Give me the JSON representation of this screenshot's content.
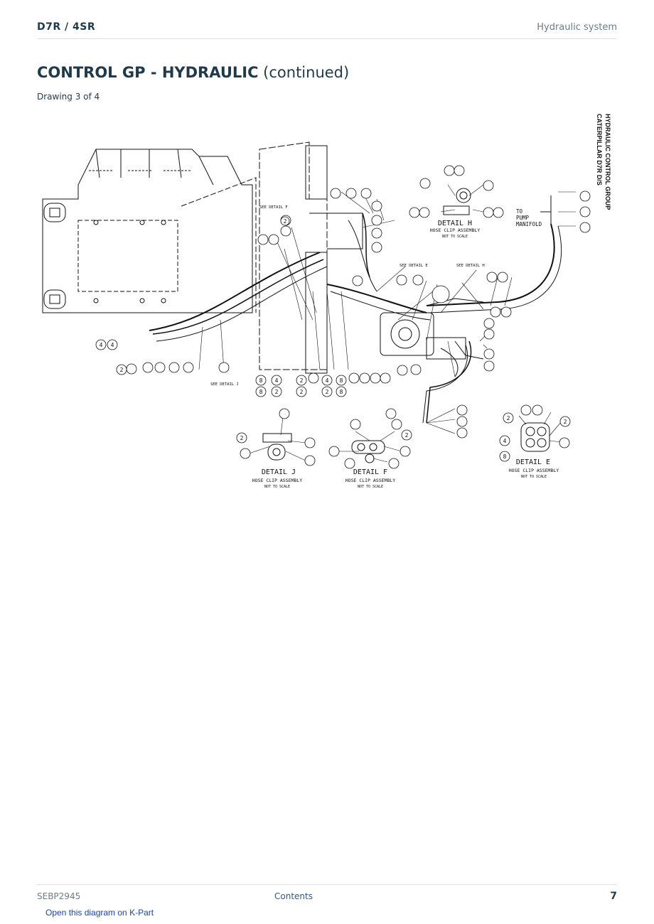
{
  "header": {
    "model": "D7R  /  4SR",
    "section": "Hydraulic system"
  },
  "title": {
    "main": "CONTROL GP - HYDRAULIC",
    "suffix": " (continued)"
  },
  "subtitle": "Drawing 3 of 4",
  "diagram": {
    "vertical_label_1": "HYDRAULIC CONTROL GROUP",
    "vertical_label_2": "CATERPILLAR D7R D/S",
    "see_detail_f": "SEE DETAIL F",
    "see_detail_e": "SEE DETAIL E",
    "see_detail_h": "SEE DETAIL H",
    "see_detail_j": "SEE DETAIL J",
    "to_pump_manifold": [
      "TO",
      "PUMP",
      "MANIFOLD"
    ],
    "detail_h": {
      "title": "DETAIL  H",
      "line1": "HOSE CLIP ASSEMBLY",
      "line2": "NOT TO SCALE"
    },
    "detail_j": {
      "title": "DETAIL  J",
      "line1": "HOSE CLIP ASSEMBLY",
      "line2": "NOT TO SCALE"
    },
    "detail_f": {
      "title": "DETAIL  F",
      "line1": "HOSE CLIP ASSEMBLY",
      "line2": "NOT TO SCALE"
    },
    "detail_e": {
      "title": "DETAIL  E",
      "line1": "HOSE CLIP ASSEMBLY",
      "line2": "NOT TO SCALE"
    },
    "callout_numbers": {
      "two": "2",
      "four": "4",
      "eight": "8"
    }
  },
  "footer": {
    "doc_id": "SEBP2945",
    "contents": "Contents",
    "page": "7"
  },
  "link": "Open this diagram on K-Part"
}
